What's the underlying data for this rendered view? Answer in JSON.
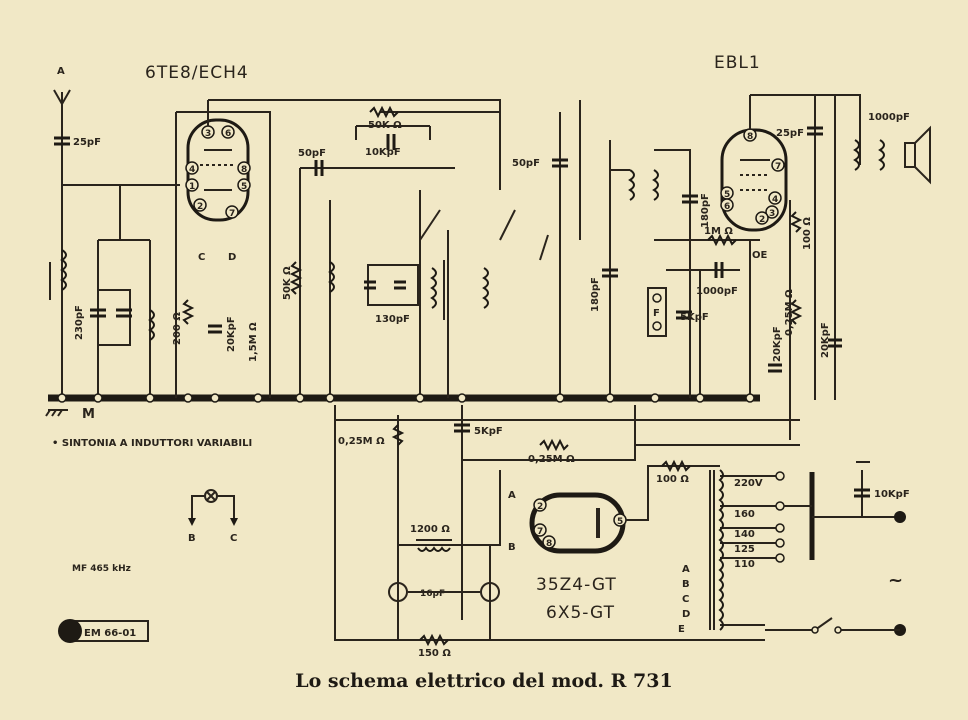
{
  "title": "Lo schema elettrico del mod. R 731",
  "tubes": {
    "converter": "6TE8/ECH4",
    "output": "EBL1",
    "rectifier_1": "35Z4-GT",
    "rectifier_2": "6X5-GT"
  },
  "labels": {
    "antenna": "A",
    "c_ant": "25pF",
    "r_50k": "50K Ω",
    "c_10kpf_top": "10KpF",
    "c_50pf_1": "50pF",
    "c_50pf_2": "50pF",
    "c_230pf": "230pF",
    "r_200": "200 Ω",
    "c_20kpf_1": "20KpF",
    "r_50k_v": "50K Ω",
    "r_15m": "1,5M Ω",
    "c_130pf": "130pF",
    "c_180pf_1": "180pF",
    "c_180pf_2": "180pF",
    "c_25pf_ebl": "25pF",
    "c_1000pf_top": "1000pF",
    "c_1000pf_mid": "1000pF",
    "r_1m": "1M Ω",
    "r_100_v": "100 Ω",
    "oe": "OE",
    "f": "F",
    "c_5kpf_1": "5KpF",
    "c_20kpf_2": "20KpF",
    "r_025m_v": "0,25M Ω",
    "c_20kpf_3": "20KpF",
    "ground_m": "M",
    "note": "• SINTONIA A INDUTTORI VARIABILI",
    "lamp_b": "B",
    "lamp_c": "C",
    "if_freq": "MF 465 kHz",
    "code": "EM 66-01",
    "r_025m_1": "0,25M Ω",
    "c_5kpf_2": "5KpF",
    "r_025m_2": "0,25M Ω",
    "r_1200": "1200 Ω",
    "c_16pf": "16pF",
    "r_150": "150 Ω",
    "r_100_h": "100 Ω",
    "tap_220": "220V",
    "tap_160": "160",
    "tap_140": "140",
    "tap_125": "125",
    "tap_110": "110",
    "tap_a": "A",
    "tap_b": "B",
    "tap_c": "C",
    "tap_d": "D",
    "tap_e": "E",
    "c_10kpf_mains": "10KpF",
    "rect_a": "A",
    "rect_b": "B",
    "osc_c": "C",
    "osc_d": "D",
    "ac_symbol": "~"
  },
  "pins": {
    "ech4": [
      "3",
      "6",
      "4",
      "8",
      "1",
      "5",
      "2",
      "7"
    ],
    "ebl1": [
      "8",
      "7",
      "5",
      "6",
      "4",
      "3",
      "2"
    ],
    "rect": [
      "2",
      "7",
      "8",
      "5"
    ]
  }
}
